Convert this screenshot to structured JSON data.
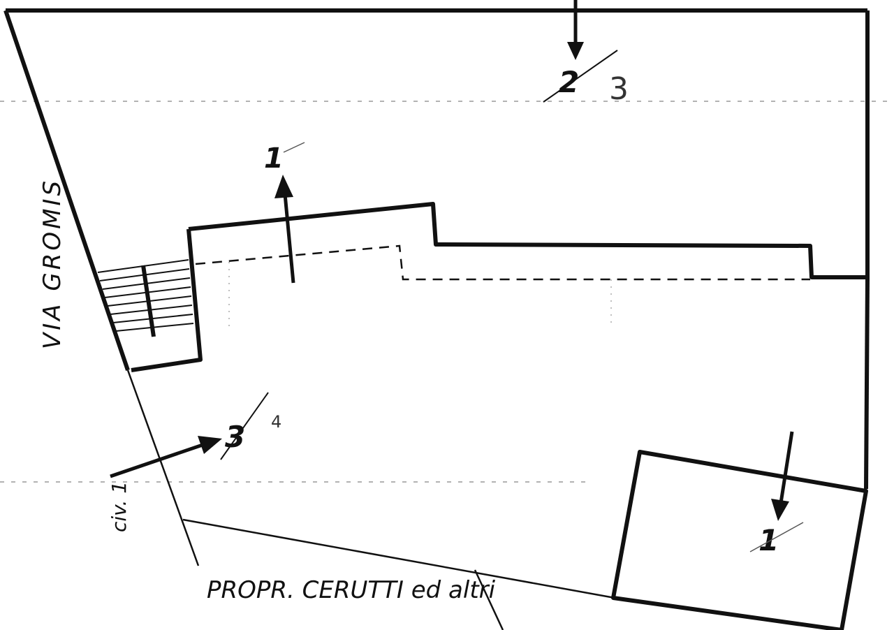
{
  "colors": {
    "ink": "#111111",
    "faint": "#555555",
    "paper": "#ffffff"
  },
  "labels": {
    "street": "VIA GROMIS",
    "civic": "civ. 1",
    "owner": "PROPR. CERUTTI ed altri"
  },
  "markers": [
    {
      "id": "top",
      "main": "2",
      "alt": "3"
    },
    {
      "id": "mid",
      "main": "1",
      "alt": ""
    },
    {
      "id": "entry",
      "main": "3",
      "alt": "4"
    },
    {
      "id": "bottom-right",
      "main": "1",
      "alt": ""
    }
  ]
}
